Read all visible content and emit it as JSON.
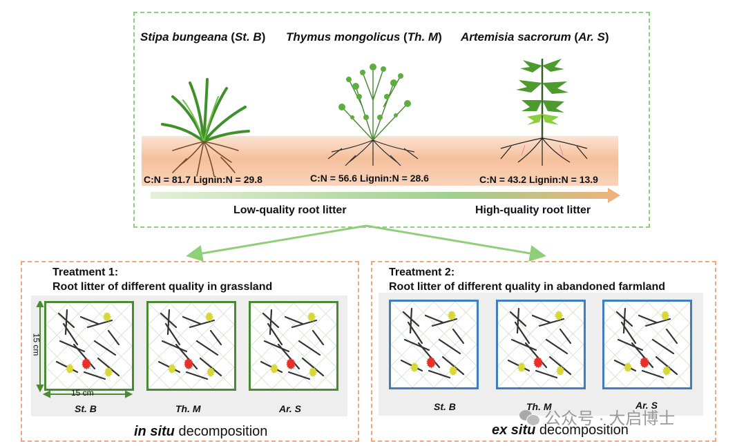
{
  "species": [
    {
      "name": "Stipa bungeana",
      "abbr": "St. B",
      "ratios": "C:N = 81.7 Lignin:N = 29.8"
    },
    {
      "name": "Thymus mongolicus",
      "abbr": "Th. M",
      "ratios": "C:N = 56.6 Lignin:N = 28.6"
    },
    {
      "name": "Artemisia sacrorum",
      "abbr": "Ar. S",
      "ratios": "C:N = 43.2 Lignin:N = 13.9"
    }
  ],
  "quality_axis": {
    "low": "Low-quality root litter",
    "high": "High-quality root litter",
    "color_low": "#e3f0d6",
    "color_mid": "#9fd08c",
    "color_high": "#f2b07a"
  },
  "treatments": [
    {
      "title": "Treatment 1:",
      "subtitle": "Root litter of different quality in grassland",
      "plots": [
        "St. B",
        "Th. M",
        "Ar. S"
      ],
      "decomp_em": "in situ",
      "decomp_rest": " decomposition",
      "frame_color": "#4a8a34"
    },
    {
      "title": "Treatment 2:",
      "subtitle": "Root litter of different quality in abandoned farmland",
      "plots": [
        "St. B",
        "Th. M",
        "Ar. S"
      ],
      "decomp_em": "ex situ",
      "decomp_rest": " decomposition",
      "frame_color": "#3f7fc0"
    }
  ],
  "plot_size_x": "15 cm",
  "plot_size_y": "15 cm",
  "watermark": "公众号 · 大启博士",
  "colors": {
    "top_border": "#8fcf7a",
    "bottom_border": "#f1a77a",
    "soil": "#f6c5a4"
  }
}
